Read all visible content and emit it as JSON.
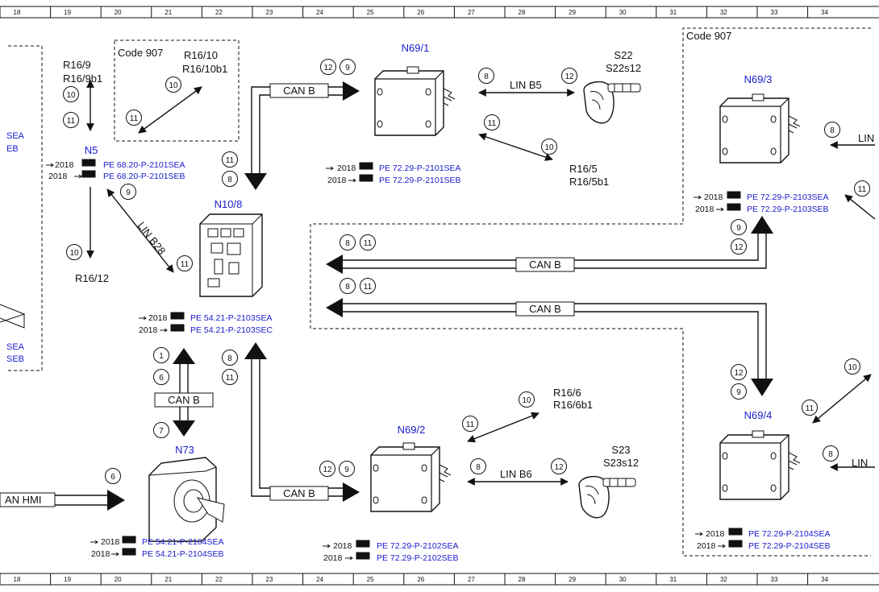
{
  "ruler": [
    "18",
    "19",
    "20",
    "21",
    "22",
    "23",
    "24",
    "25",
    "26",
    "27",
    "28",
    "29",
    "30",
    "31",
    "32",
    "33",
    "34"
  ],
  "code_labels": [
    "Code 907",
    "Code 907"
  ],
  "components": {
    "n69_1": "N69/1",
    "n69_2": "N69/2",
    "n69_3": "N69/3",
    "n69_4": "N69/4",
    "n10_8": "N10/8",
    "n73": "N73",
    "n5": "N5",
    "s22": "S22",
    "s22s12": "S22s12",
    "s23": "S23",
    "s23s12": "S23s12"
  },
  "resistors": {
    "r16_9": "R16/9",
    "r16_9b1": "R16/9b1",
    "r16_10": "R16/10",
    "r16_10b1": "R16/10b1",
    "r16_12": "R16/12",
    "r16_5": "R16/5",
    "r16_5b1": "R16/5b1",
    "r16_6": "R16/6",
    "r16_6b1": "R16/6b1"
  },
  "bus_labels": {
    "can_b": "CAN B",
    "lin_b5": "LIN B5",
    "lin_b6": "LIN B6",
    "lin_b28": "LIN B28",
    "lin_partial": "LIN",
    "can_hmi_partial": "AN HMI",
    "sea_partial": "SEA",
    "eb_partial": "EB",
    "seb_partial": "SEB"
  },
  "circle_numbers": [
    "10",
    "11",
    "12",
    "9",
    "8",
    "6",
    "7",
    "1"
  ],
  "refs": {
    "year": "2018",
    "n5_a": "PE 68.20-P-2101SEA",
    "n5_b": "PE 68.20-P-2101SEB",
    "n69_1_a": "PE 72.29-P-2101SEA",
    "n69_1_b": "PE 72.29-P-2101SEB",
    "n69_3_a": "PE 72.29-P-2103SEA",
    "n69_3_b": "PE 72.29-P-2103SEB",
    "n10_8_a": "PE 54.21-P-2103SEA",
    "n10_8_b": "PE 54.21-P-2103SEC",
    "n73_a": "PE 54.21-P-2104SEA",
    "n73_b": "PE 54.21-P-2104SEB",
    "n69_2_a": "PE 72.29-P-2102SEA",
    "n69_2_b": "PE 72.29-P-2102SEB",
    "n69_4_a": "PE 72.29-P-2104SEA",
    "n69_4_b": "PE 72.29-P-2104SEB"
  },
  "colors": {
    "link": "#1a1acc",
    "line": "#111111"
  }
}
